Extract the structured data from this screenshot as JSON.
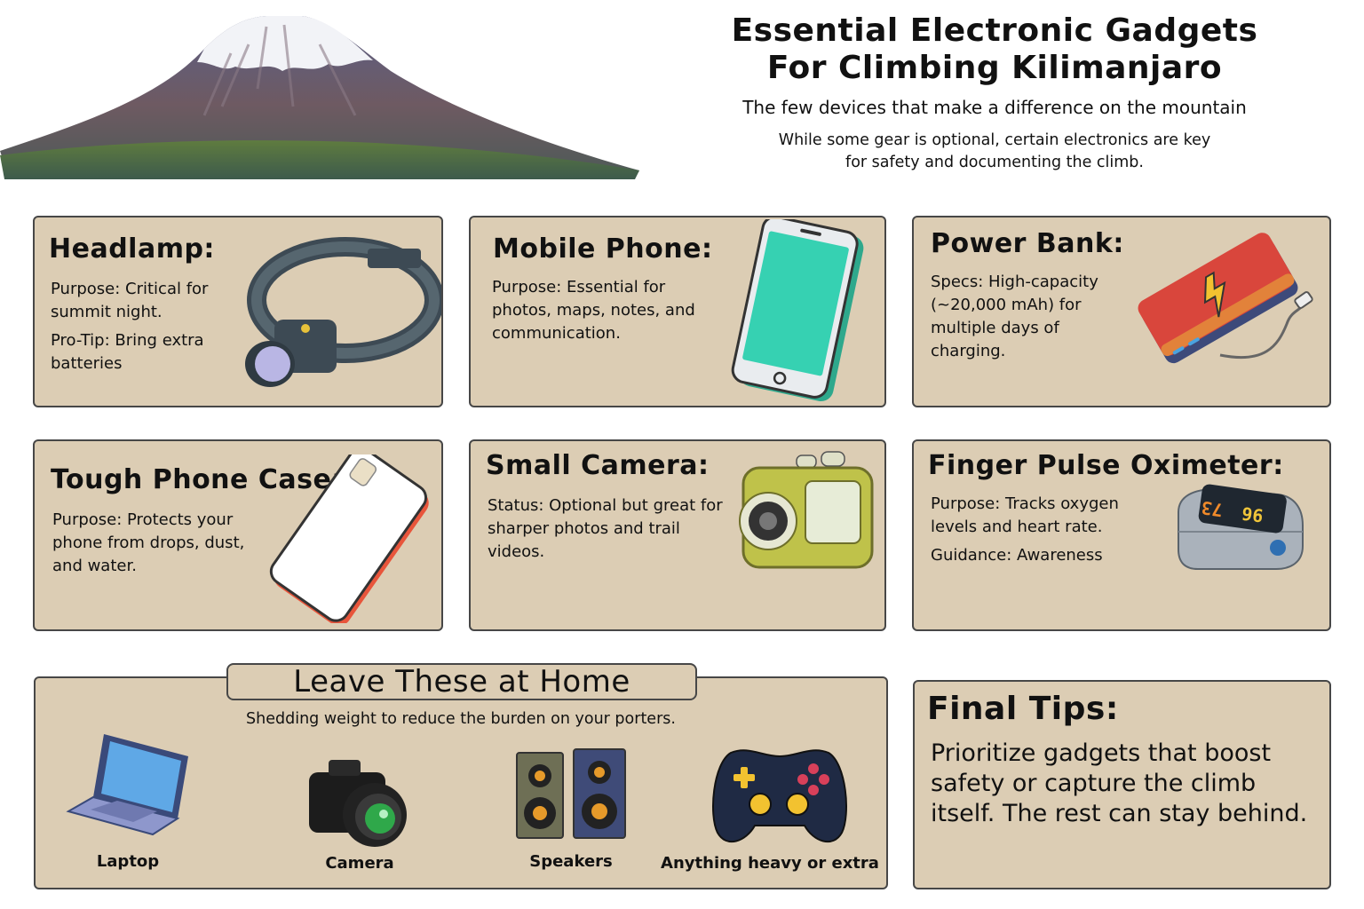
{
  "header": {
    "title_line1": "Essential Electronic Gadgets",
    "title_line2": "For Climbing Kilimanjaro",
    "subtitle": "The few devices that make a difference on the mountain",
    "intro_line1": "While some gear is optional, certain electronics are key",
    "intro_line2": "for safety and documenting the climb."
  },
  "cards": {
    "headlamp": {
      "title": "Headlamp:",
      "lines": [
        "Purpose: Critical for summit night.",
        "Pro-Tip: Bring extra batteries"
      ]
    },
    "phone": {
      "title": "Mobile Phone:",
      "lines": [
        "Purpose: Essential for photos, maps, notes, and communication."
      ]
    },
    "powerbank": {
      "title": "Power Bank:",
      "lines": [
        "Specs: High-capacity (~20,000 mAh) for multiple days of charging."
      ]
    },
    "case": {
      "title": "Tough Phone Case:",
      "lines": [
        "Purpose: Protects your phone from drops, dust, and water."
      ]
    },
    "camera": {
      "title": "Small Camera:",
      "lines": [
        "Status: Optional but great for sharper photos and trail videos."
      ]
    },
    "oximeter": {
      "title": "Finger Pulse Oximeter:",
      "lines": [
        "Purpose: Tracks oxygen levels and heart rate.",
        "Guidance: Awareness"
      ],
      "screen_left": "96",
      "screen_right": "73"
    }
  },
  "leave": {
    "title": "Leave These at Home",
    "subtitle": "Shedding weight to reduce the burden on your porters.",
    "items": [
      "Laptop",
      "Camera",
      "Speakers",
      "Anything heavy or extra"
    ]
  },
  "final": {
    "title": "Final Tips:",
    "text": "Prioritize gadgets that boost safety or capture the climb itself. The rest can stay behind."
  },
  "colors": {
    "card_bg": "#dccdb4",
    "border": "#474747",
    "phone_screen": "#36d1b2",
    "case_edge": "#e8553b",
    "powerbank": "#d9463c",
    "camera_body": "#bfc24a"
  }
}
